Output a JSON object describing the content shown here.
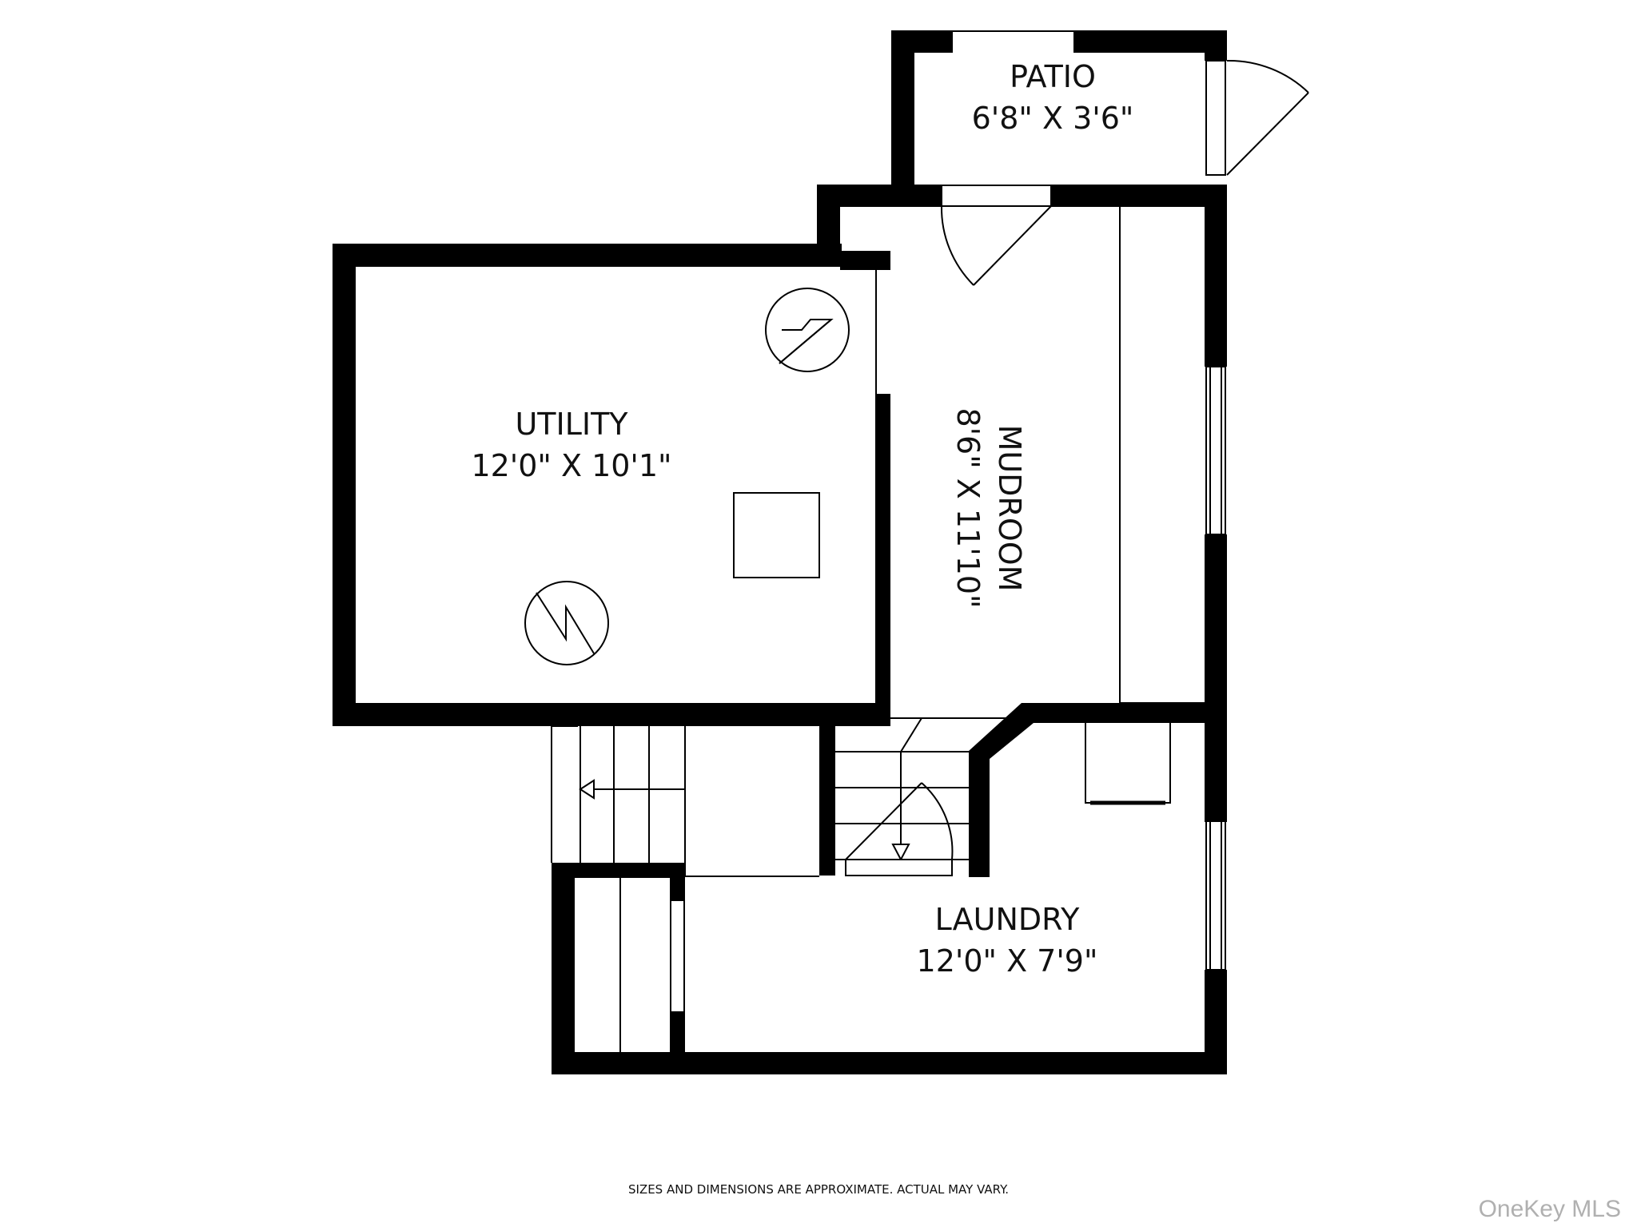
{
  "floorplan": {
    "rooms": [
      {
        "id": "patio",
        "name": "PATIO",
        "dims": "6'8\" X 3'6\""
      },
      {
        "id": "utility",
        "name": "UTILITY",
        "dims": "12'0\" X 10'1\""
      },
      {
        "id": "mudroom",
        "name": "MUDROOM",
        "dims": "8'6\" X 11'10\""
      },
      {
        "id": "laundry",
        "name": "LAUNDRY",
        "dims": "12'0\" X 7'9\""
      }
    ],
    "symbols": [
      "water-heater-icon",
      "furnace-icon",
      "utility-box",
      "stairs-up",
      "stairs-down",
      "door-swing"
    ]
  },
  "footer": {
    "disclaimer": "SIZES AND DIMENSIONS ARE APPROXIMATE. ACTUAL MAY VARY.",
    "watermark": "OneKey MLS"
  },
  "colors": {
    "wall": "#000000",
    "background": "#ffffff",
    "watermark": "#b0b0b0"
  }
}
